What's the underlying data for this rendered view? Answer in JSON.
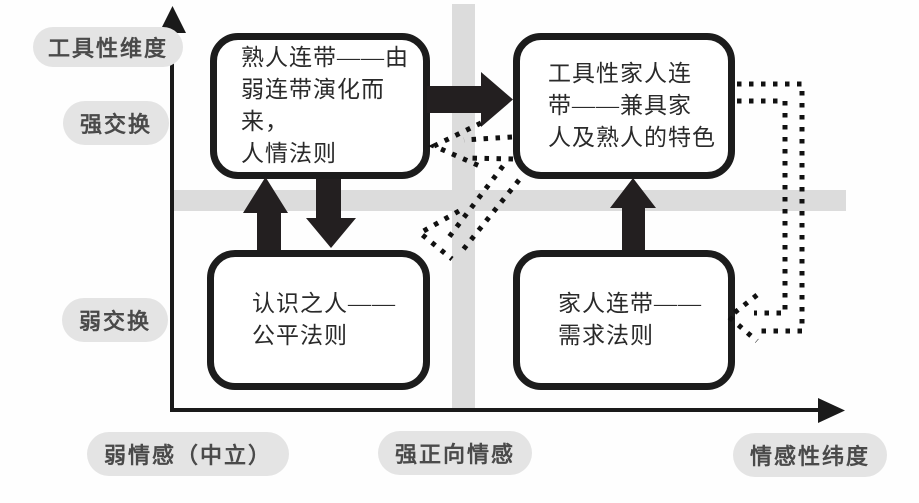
{
  "diagram": {
    "axes": {
      "y_axis_label": "工具性维度",
      "y_tick_strong": "强交换",
      "y_tick_weak": "弱交换",
      "x_tick_weak": "弱情感（中立）",
      "x_tick_strong": "强正向情感",
      "x_axis_label": "情感性纬度"
    },
    "boxes": {
      "top_left": "熟人连带——由\n弱连带演化而来，\n人情法则",
      "top_right": "工具性家人连\n带——兼具家\n人及熟人的特色",
      "bottom_left": "认识之人——\n公平法则",
      "bottom_right": "家人连带——\n需求法则"
    },
    "arrows": {
      "solid_top": "熟人连带 → 工具性家人连带",
      "solid_left_up": "认识之人 → 熟人连带",
      "solid_left_down": "熟人连带 → 认识之人",
      "solid_right_up": "家人连带 → 工具性家人连带",
      "dotted_to_top_left": "工具性家人连带 ⇢ 熟人连带",
      "dotted_to_bottom_left": "工具性家人连带 ⇢ 认识之人",
      "dotted_loop_right": "工具性家人连带 ⇢ 家人连带"
    },
    "colors": {
      "background": "#fefefe",
      "box_border": "#1c1c1c",
      "box_text": "#2a2a2a",
      "solid_arrow": "#231f20",
      "dotted_arrow": "#111111",
      "grid_band": "#dcdcdc",
      "axis_line": "#1a1a1a",
      "pill_bg": "#e4e4e4",
      "pill_text": "#4a4a4a"
    }
  }
}
